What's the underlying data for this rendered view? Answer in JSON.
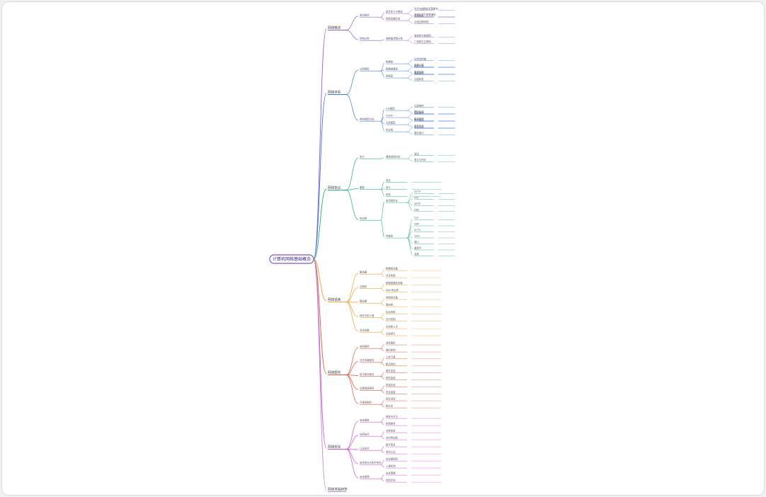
{
  "root": {
    "label": "计算机网络基础概念"
  },
  "colors": {
    "root": "#7e57c2",
    "b1": "#8e5bd6",
    "b2": "#3a7be0",
    "b3": "#22b07a",
    "b4": "#f2a12d",
    "b5": "#e2543b",
    "b6": "#d44fc9",
    "b7": "#b38be0"
  },
  "branches": [
    {
      "label": "网络概述",
      "items": [
        {
          "label": "基本概念",
          "children": [
            {
              "label": "基本定义与组成",
              "leaves": [
                "节点与链路的互联集合",
                "资源共享与数据通信"
              ]
            },
            {
              "label": "网络发展阶段",
              "leaves": [
                "终端网络",
                "分组交换网络"
              ]
            }
          ]
        },
        {
          "label": "网络分类",
          "children": [
            {
              "label": "按覆盖范围分类",
              "leaves": [
                "局域网与城域网",
                "广域网与互联网"
              ]
            }
          ]
        }
      ]
    },
    {
      "label": "网络体系",
      "items": [
        {
          "label": "分层模型",
          "children": [
            {
              "label": "物理层",
              "leaves": [
                "比特流传输",
                "传输介质"
              ]
            },
            {
              "label": "数据链路层",
              "leaves": [
                "帧的封装",
                "差错控制"
              ]
            },
            {
              "label": "网络层",
              "leaves": [
                "路由选择",
                "分组转发"
              ]
            }
          ]
        },
        {
          "label": "参考模型比较",
          "children": [
            {
              "label": "OSI模型",
              "leaves": [
                "七层结构",
                "理论标准"
              ]
            },
            {
              "label": "TCP/IP",
              "leaves": [
                "四层结构",
                "事实标准"
              ]
            },
            {
              "label": "五层模型",
              "leaves": [
                "教学模型",
                "综合优点"
              ]
            },
            {
              "label": "协议栈",
              "leaves": [
                "协议分层",
                "服务接口"
              ]
            }
          ]
        }
      ]
    },
    {
      "label": "网络协议",
      "items": [
        {
          "label": "定义",
          "children": [
            {
              "label": "通信规则约定",
              "leaves": [
                "语法",
                "语义与同步"
              ]
            }
          ]
        },
        {
          "label": "要素",
          "children": [
            {
              "label": "语法",
              "leaves": []
            },
            {
              "label": "语义",
              "leaves": []
            },
            {
              "label": "时序",
              "leaves": []
            }
          ]
        },
        {
          "label": "协议族",
          "children": [
            {
              "label": "应用层协议",
              "leaves": [
                "HTTP",
                "FTP",
                "SMTP",
                "DNS"
              ]
            },
            {
              "label": "传输层",
              "leaves": [
                "TCP",
                "UDP",
                "SCTP",
                "QUIC",
                "端口",
                "套接字",
                "连接"
              ]
            }
          ]
        }
      ]
    },
    {
      "label": "网络设备",
      "items": [
        {
          "label": "集线器",
          "children": [
            {
              "label": "物理层设备",
              "leaves": []
            },
            {
              "label": "共享带宽",
              "leaves": []
            }
          ]
        },
        {
          "label": "交换机",
          "children": [
            {
              "label": "数据链路层设备",
              "leaves": []
            },
            {
              "label": "MAC地址表",
              "leaves": []
            }
          ]
        },
        {
          "label": "路由器",
          "children": [
            {
              "label": "网络层设备",
              "leaves": []
            },
            {
              "label": "路由表",
              "leaves": []
            }
          ]
        },
        {
          "label": "网关与防火墙",
          "children": [
            {
              "label": "协议转换",
              "leaves": []
            },
            {
              "label": "访问控制",
              "leaves": []
            }
          ]
        },
        {
          "label": "无线设备",
          "children": [
            {
              "label": "无线接入点",
              "leaves": []
            },
            {
              "label": "无线网卡",
              "leaves": []
            }
          ]
        }
      ]
    },
    {
      "label": "网络服务",
      "items": [
        {
          "label": "域名服务",
          "children": [
            {
              "label": "域名解析",
              "leaves": []
            },
            {
              "label": "递归查询",
              "leaves": []
            }
          ]
        },
        {
          "label": "文件传输服务",
          "children": [
            {
              "label": "上传下载",
              "leaves": []
            },
            {
              "label": "断点续传",
              "leaves": []
            }
          ]
        },
        {
          "label": "电子邮件服务",
          "children": [
            {
              "label": "邮件发送",
              "leaves": []
            },
            {
              "label": "邮件接收",
              "leaves": []
            }
          ]
        },
        {
          "label": "远程登录服务",
          "children": [
            {
              "label": "终端仿真",
              "leaves": []
            },
            {
              "label": "安全连接",
              "leaves": []
            }
          ]
        },
        {
          "label": "万维网服务",
          "children": [
            {
              "label": "网页浏览",
              "leaves": []
            },
            {
              "label": "超文本",
              "leaves": []
            }
          ]
        }
      ]
    },
    {
      "label": "网络安全",
      "items": [
        {
          "label": "安全威胁",
          "children": [
            {
              "label": "病毒与木马",
              "leaves": []
            },
            {
              "label": "拒绝服务",
              "leaves": []
            }
          ]
        },
        {
          "label": "加密技术",
          "children": [
            {
              "label": "对称加密",
              "leaves": []
            },
            {
              "label": "非对称加密",
              "leaves": []
            }
          ]
        },
        {
          "label": "认证技术",
          "children": [
            {
              "label": "数字签名",
              "leaves": []
            },
            {
              "label": "身份认证",
              "leaves": []
            }
          ]
        },
        {
          "label": "安全协议与防护体系",
          "children": [
            {
              "label": "安全套接层",
              "leaves": []
            },
            {
              "label": "入侵检测",
              "leaves": []
            }
          ]
        },
        {
          "label": "安全管理",
          "children": [
            {
              "label": "安全策略",
              "leaves": []
            },
            {
              "label": "风险评估",
              "leaves": []
            }
          ]
        }
      ]
    },
    {
      "label": "网络发展趋势",
      "items": []
    }
  ]
}
